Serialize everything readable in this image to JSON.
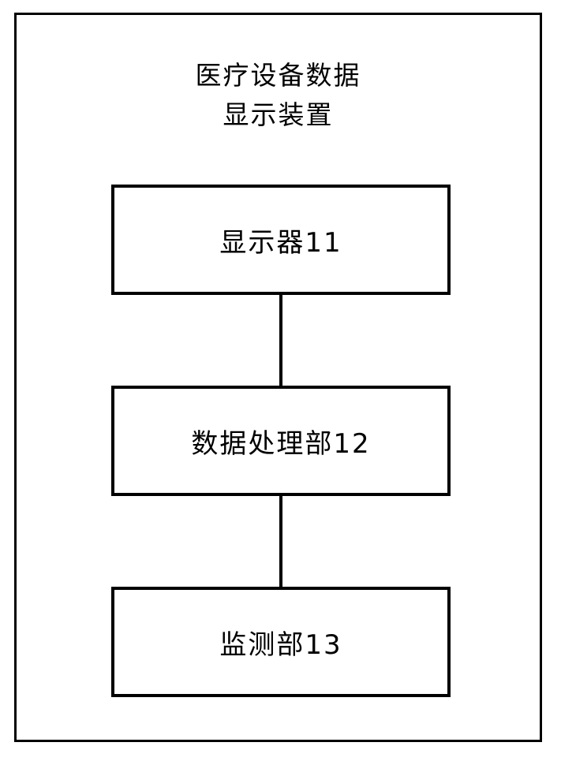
{
  "figure": {
    "title": "医疗设备数据\n显示装置",
    "frame_color": "#000000",
    "background_color": "#ffffff",
    "nodes": [
      {
        "id": "display",
        "label": "显示器11"
      },
      {
        "id": "processor",
        "label": "数据处理部12"
      },
      {
        "id": "monitor",
        "label": "监测部13"
      }
    ],
    "connections": [
      {
        "from": "display",
        "to": "processor"
      },
      {
        "from": "processor",
        "to": "monitor"
      }
    ]
  }
}
